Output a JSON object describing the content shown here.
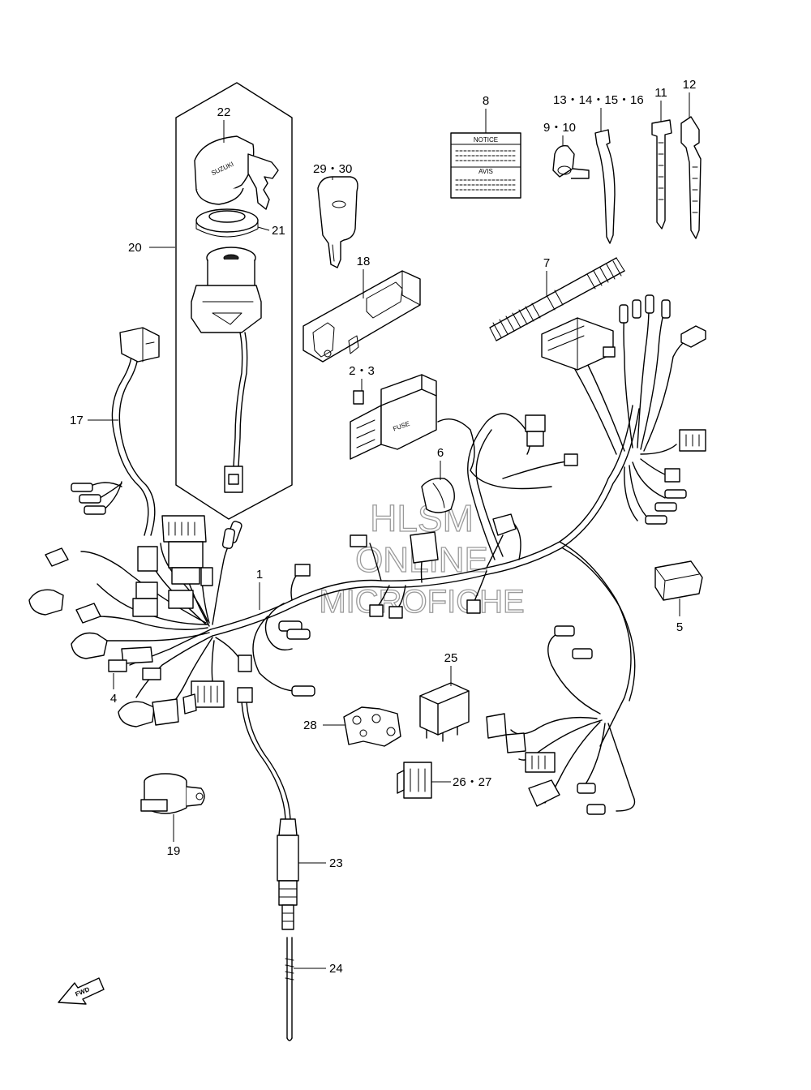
{
  "watermark": {
    "line1": "HLSM",
    "line2": "ONLINE",
    "line3": "MICROFICHE"
  },
  "labels": {
    "p1": "1",
    "p2_3": "2・3",
    "p4": "4",
    "p5": "5",
    "p6": "6",
    "p7": "7",
    "p8": "8",
    "p9_10": "9・10",
    "p11": "11",
    "p12": "12",
    "p13_16": "13・14・15・16",
    "p17": "17",
    "p18": "18",
    "p19": "19",
    "p20": "20",
    "p21": "21",
    "p22": "22",
    "p23": "23",
    "p24": "24",
    "p25": "25",
    "p26_27": "26・27",
    "p28": "28",
    "p29_30": "29・30"
  },
  "decal": {
    "notice": "NOTICE",
    "avis": "AVIS"
  },
  "fuse_text": "FUSE",
  "key_brand": "SUZUKI",
  "fwd_text": "FWD"
}
